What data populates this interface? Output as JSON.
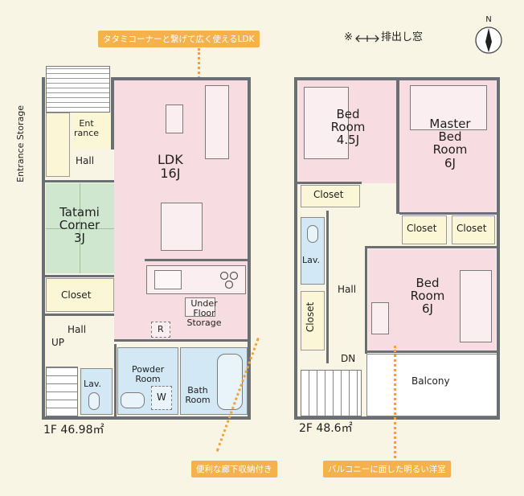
{
  "header": {
    "window_legend_symbol": "※",
    "window_legend": "排出し窓",
    "compass_letter": "N"
  },
  "callouts": {
    "ldk": "タタミコーナーと繋げて広く使えるLDK",
    "hall_storage": "便利な廊下収納付き",
    "balcony_room": "バルコニーに面した明るい洋室"
  },
  "floor1": {
    "area_label": "1F 46.98㎡",
    "rooms": {
      "entrance_storage": "Entrance Storage",
      "entrance": "Ent\nrance",
      "hall_top": "Hall",
      "ldk": "LDK\n16J",
      "tatami": "Tatami\nCorner\n3J",
      "closet": "Closet",
      "under_floor": "Under\nFloor\nStorage",
      "hall_bottom": "Hall",
      "up": "UP",
      "lav": "Lav.",
      "powder": "Powder\nRoom",
      "washer": "W",
      "bath": "Bath\nRoom",
      "fridge": "R"
    }
  },
  "floor2": {
    "area_label": "2F 48.6㎡",
    "rooms": {
      "bed45": "Bed\nRoom\n4.5J",
      "master": "Master\nBed\nRoom\n6J",
      "closet_left": "Closet",
      "closet_mid": "Closet",
      "closet_right": "Closet",
      "lav": "Lav.",
      "closet_hall": "Closet",
      "hall": "Hall",
      "bed6": "Bed\nRoom\n6J",
      "dn": "DN",
      "balcony": "Balcony"
    }
  },
  "colors": {
    "background": "#f8f5e4",
    "pink_room": "#f7dde1",
    "green_room": "#cfe6cf",
    "blue_room": "#d3e8f5",
    "closet": "#fbf6d6",
    "wall": "#6a6f74",
    "callout": "#f5b14b"
  }
}
